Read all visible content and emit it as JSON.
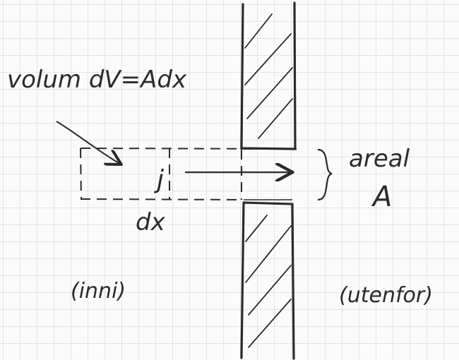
{
  "labels": {
    "volume": "volum dV=Adx",
    "current": "j",
    "area_word": "areal",
    "area_symbol": "A",
    "length": "dx",
    "inside": "(inni)",
    "outside": "(utenfor)"
  },
  "colors": {
    "ink": "#2b2b2b",
    "grid": "#c9ccd4",
    "paper": "#fbfbfb"
  }
}
